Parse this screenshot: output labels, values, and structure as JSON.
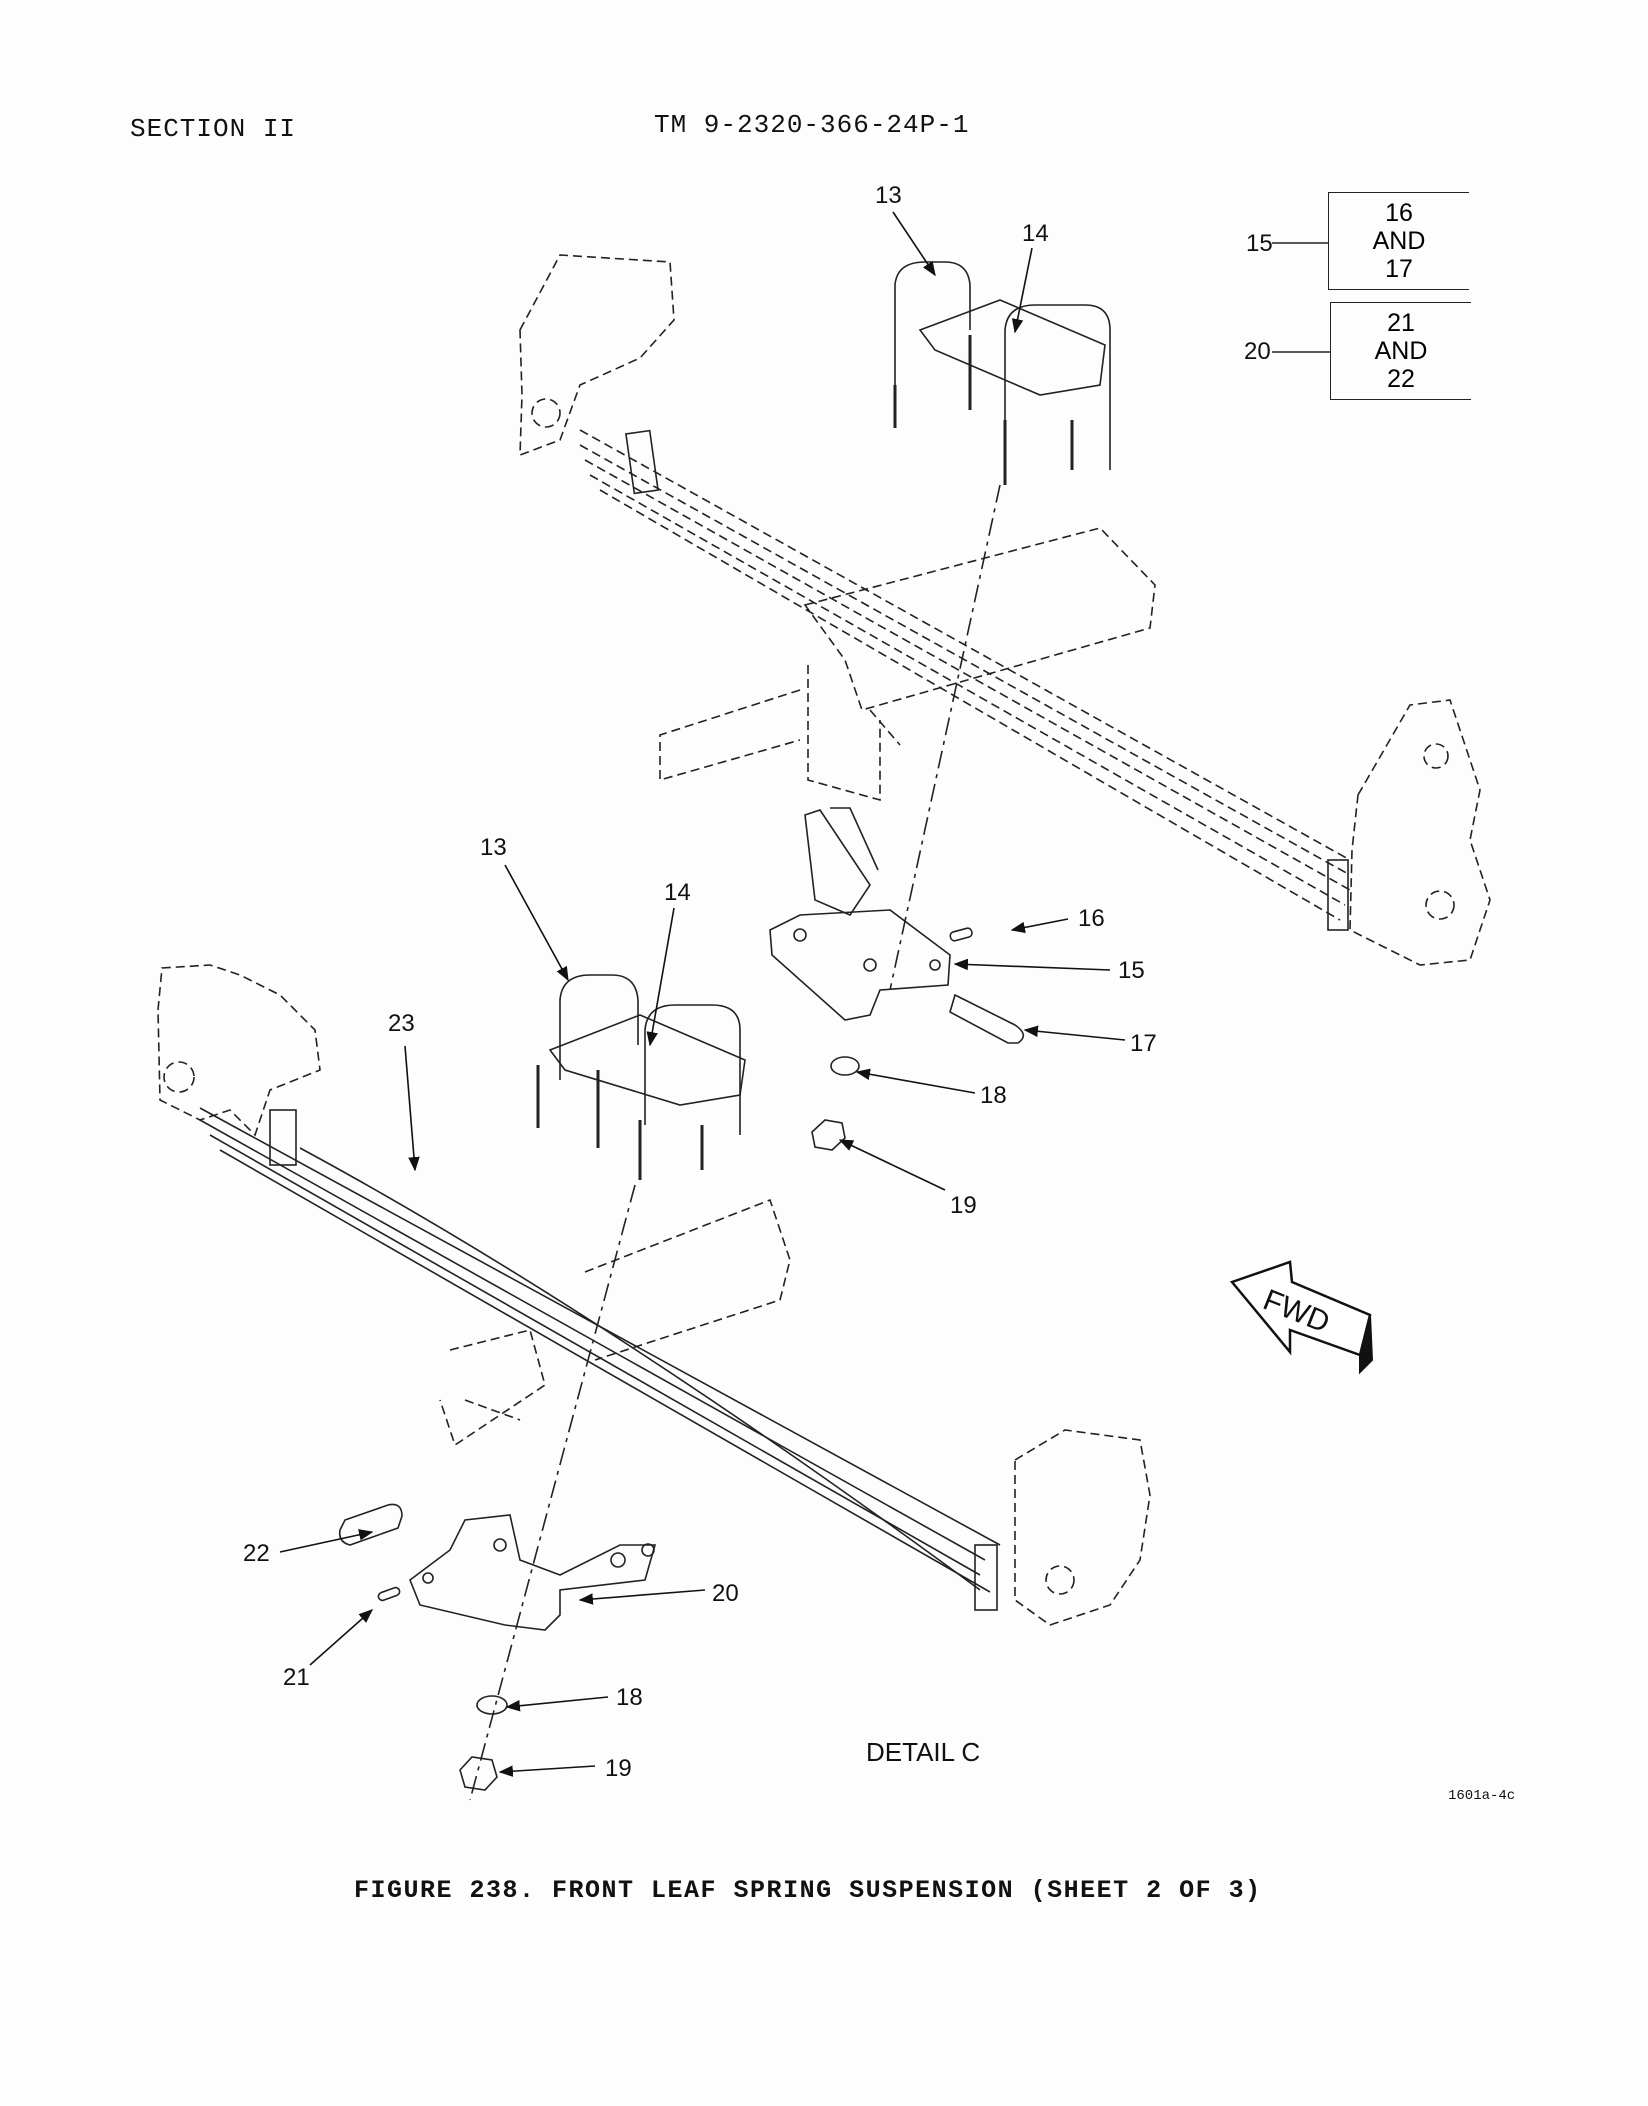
{
  "header": {
    "section": "SECTION II",
    "manual_number": "TM 9-2320-366-24P-1"
  },
  "kit_table": [
    {
      "item": "15",
      "includes_line1": "16",
      "includes_line2": "AND",
      "includes_line3": "17"
    },
    {
      "item": "20",
      "includes_line1": "21",
      "includes_line2": "AND",
      "includes_line3": "22"
    }
  ],
  "callouts": {
    "upper_13": "13",
    "upper_14": "14",
    "lower_13": "13",
    "lower_14": "14",
    "c15": "15",
    "c16": "16",
    "c17": "17",
    "c18_upper": "18",
    "c19_upper": "19",
    "c23": "23",
    "c22": "22",
    "c21": "21",
    "c20": "20",
    "c18_lower": "18",
    "c19_lower": "19"
  },
  "fwd_label": "FWD",
  "detail_label": "DETAIL C",
  "drawing_number": "1601a-4c",
  "figure_caption": "FIGURE 238.   FRONT LEAF SPRING SUSPENSION (SHEET 2 OF 3)"
}
